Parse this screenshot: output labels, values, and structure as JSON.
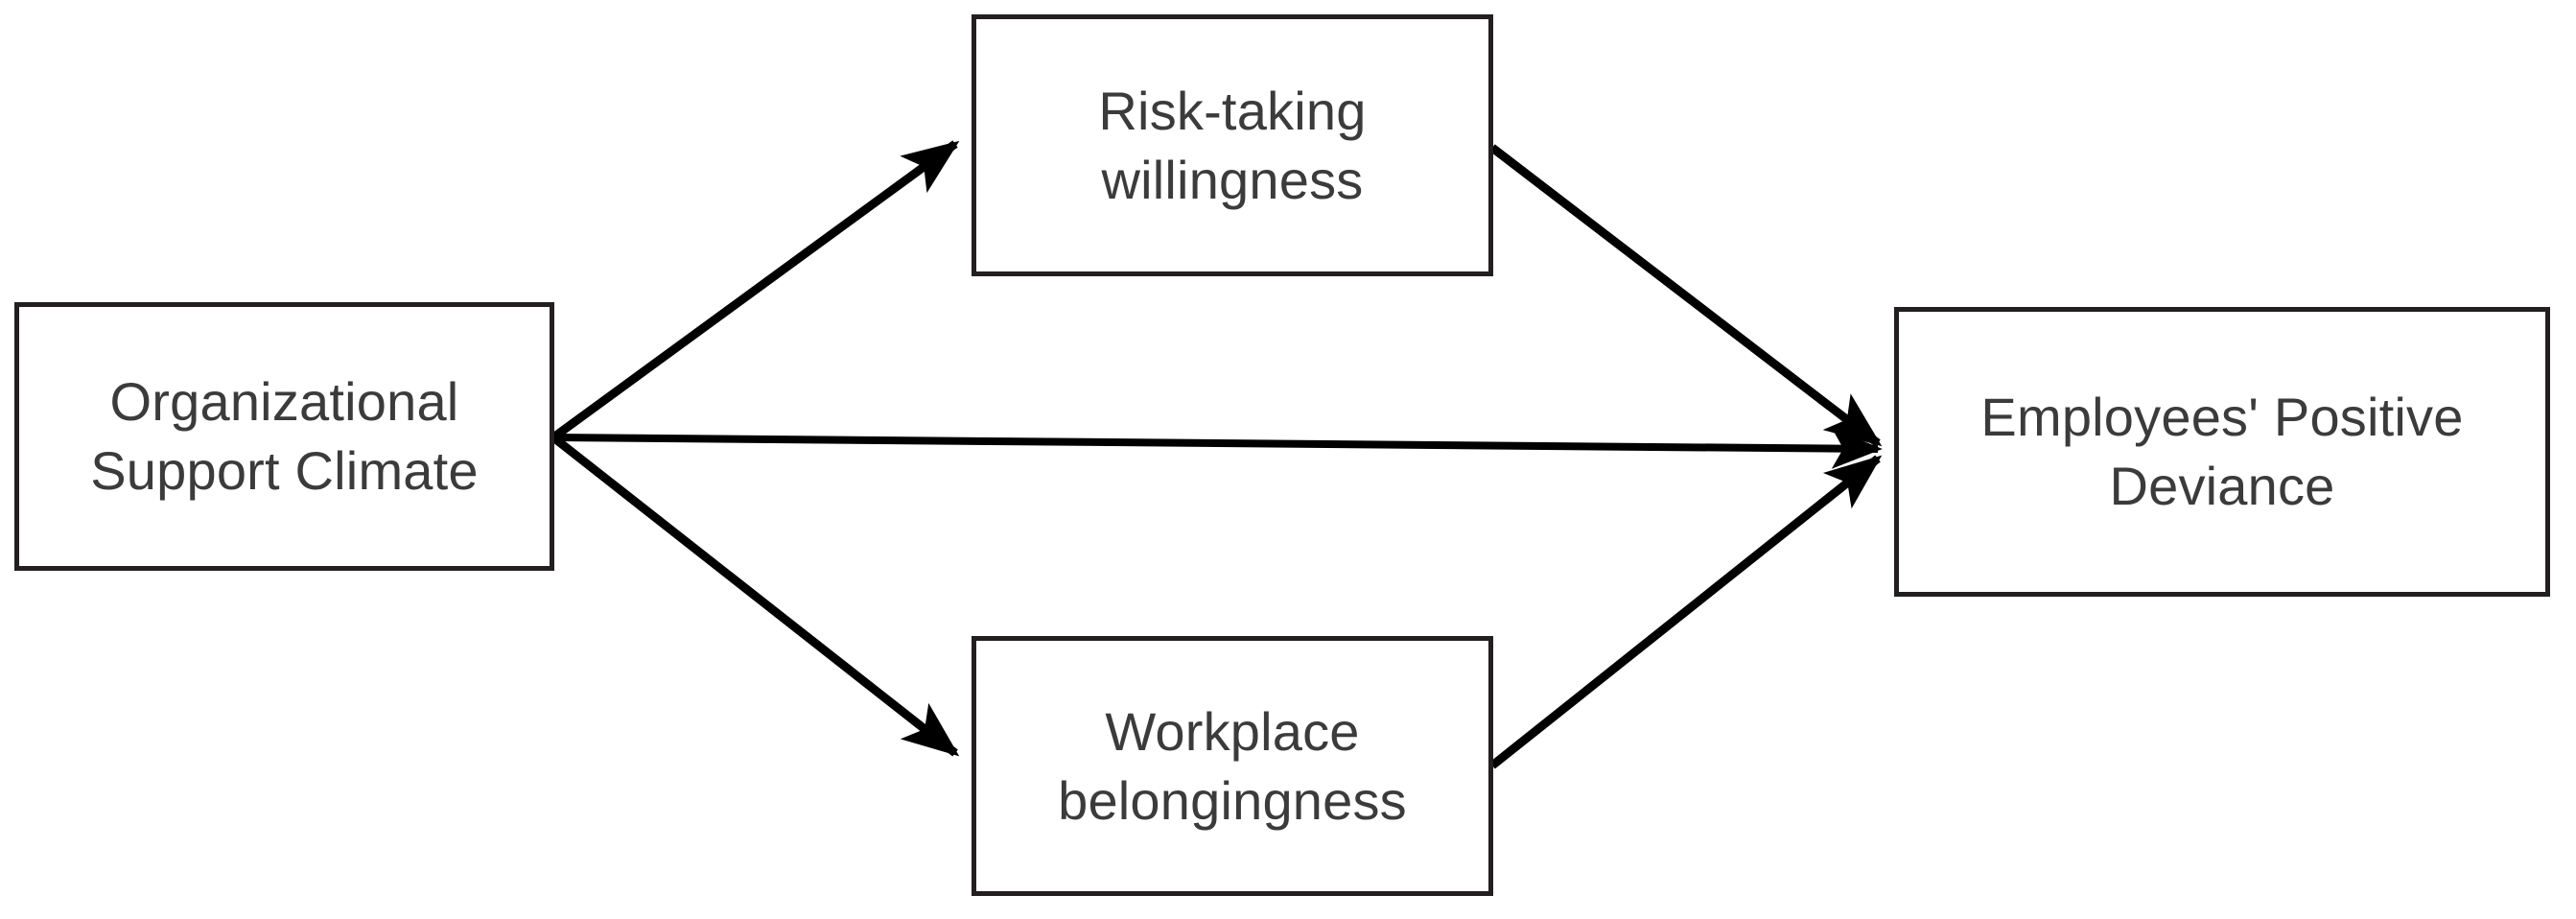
{
  "diagram": {
    "type": "path-model",
    "title": "",
    "stroke_color": "#231f20",
    "text_color": "#3b3b3b",
    "background_color": "#ffffff",
    "nodes": [
      {
        "id": "support",
        "label": "Organizational\nSupport Climate",
        "role": "independent-variable"
      },
      {
        "id": "risk",
        "label": "Risk-taking\nwillingness",
        "role": "mediator"
      },
      {
        "id": "belong",
        "label": "Workplace\nbelongingness",
        "role": "mediator"
      },
      {
        "id": "deviance",
        "label": "Employees' Positive\nDeviance",
        "role": "dependent-variable"
      }
    ],
    "edges": [
      {
        "id": "support-to-risk",
        "from": "support",
        "to": "risk",
        "label": ""
      },
      {
        "id": "support-to-belong",
        "from": "support",
        "to": "belong",
        "label": ""
      },
      {
        "id": "support-to-deviance",
        "from": "support",
        "to": "deviance",
        "label": ""
      },
      {
        "id": "risk-to-deviance",
        "from": "risk",
        "to": "deviance",
        "label": ""
      },
      {
        "id": "belong-to-deviance",
        "from": "belong",
        "to": "deviance",
        "label": ""
      }
    ]
  }
}
